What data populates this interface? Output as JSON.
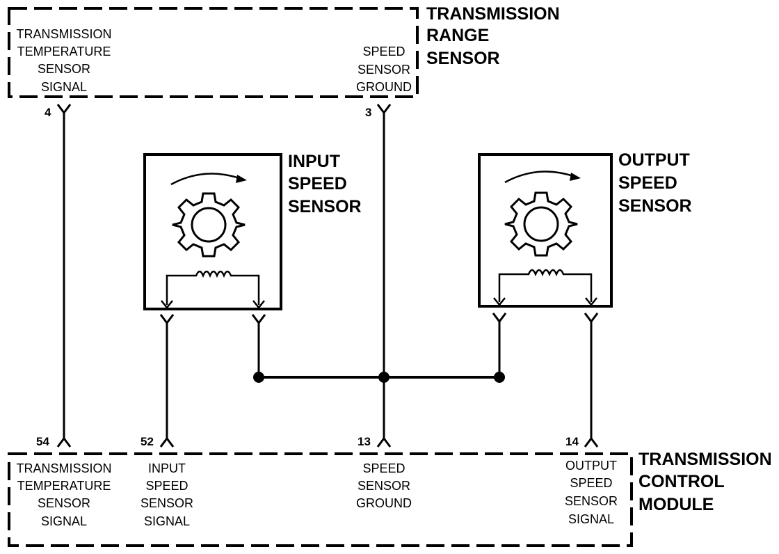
{
  "trs": {
    "title": [
      "TRANSMISSION",
      "RANGE",
      "SENSOR"
    ],
    "temp_signal": [
      "TRANSMISSION",
      "TEMPERATURE",
      "SENSOR",
      "SIGNAL"
    ],
    "speed_ground": [
      "SPEED",
      "SENSOR",
      "GROUND"
    ],
    "pin_temp": "4",
    "pin_ground": "3"
  },
  "input_sensor": {
    "title": [
      "INPUT",
      "SPEED",
      "SENSOR"
    ]
  },
  "output_sensor": {
    "title": [
      "OUTPUT",
      "SPEED",
      "SENSOR"
    ]
  },
  "tcm": {
    "title": [
      "TRANSMISSION",
      "CONTROL",
      "MODULE"
    ],
    "temp_signal": [
      "TRANSMISSION",
      "TEMPERATURE",
      "SENSOR",
      "SIGNAL"
    ],
    "input_signal": [
      "INPUT",
      "SPEED",
      "SENSOR",
      "SIGNAL"
    ],
    "speed_ground": [
      "SPEED",
      "SENSOR",
      "GROUND"
    ],
    "output_signal": [
      "OUTPUT",
      "SPEED",
      "SENSOR",
      "SIGNAL"
    ],
    "pin_temp": "54",
    "pin_input": "52",
    "pin_ground": "13",
    "pin_output": "14"
  }
}
